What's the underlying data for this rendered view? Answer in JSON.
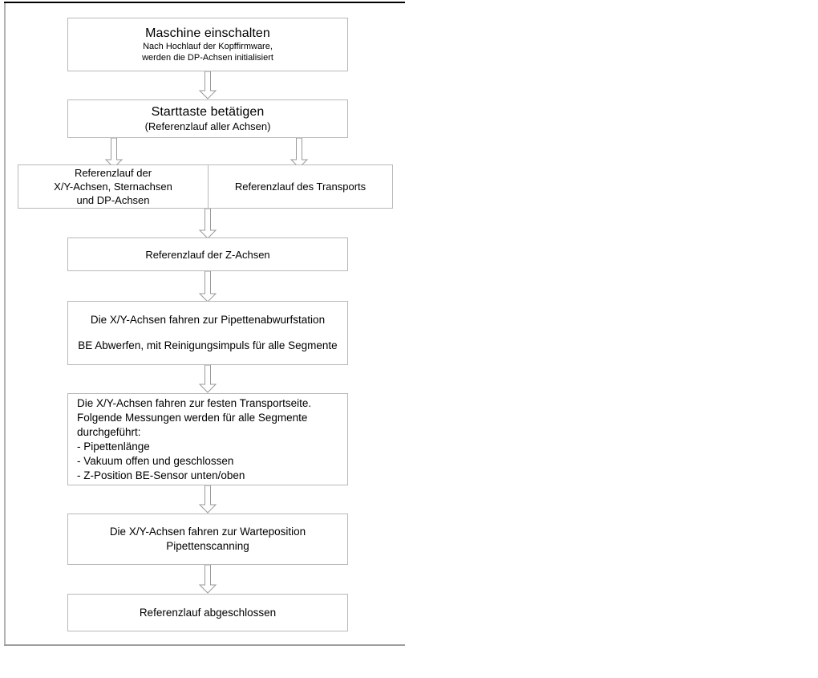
{
  "document": {
    "type": "flowchart",
    "language": "de",
    "frame": {
      "top_border_color": "#000000",
      "side_border_color": "#b3b3b3",
      "box_border_color": "#b9b9b9",
      "background": "#ffffff"
    }
  },
  "nodes": [
    {
      "id": "machine-on",
      "title": "Maschine einschalten",
      "sub_line_1": "Nach Hochlauf der Kopffirmware,",
      "sub_line_2": "werden die DP-Achsen initialisiert"
    },
    {
      "id": "start-button",
      "title": "Starttaste betätigen",
      "sub_line_1": "(Referenzlauf aller Achsen)"
    },
    {
      "id": "ref-xy-star-dp",
      "line_1": "Referenzlauf der",
      "line_2": "X/Y-Achsen, Sternachsen",
      "line_3": "und DP-Achsen"
    },
    {
      "id": "ref-transport",
      "line_1": "Referenzlauf des Transports"
    },
    {
      "id": "ref-z",
      "line_1": "Referenzlauf der Z-Achsen"
    },
    {
      "id": "pipette-dropoff",
      "line_1": "Die X/Y-Achsen fahren zur Pipettenabwurfstation",
      "line_2": "BE Abwerfen, mit Reinigungsimpuls für alle Segmente"
    },
    {
      "id": "transport-side-measurements",
      "line_1": "Die X/Y-Achsen fahren zur festen Transportseite.",
      "line_2": "Folgende Messungen werden für alle Segmente",
      "line_3": "durchgeführt:",
      "line_4": "- Pipettenlänge",
      "line_5": "- Vakuum offen und geschlossen",
      "line_6": "- Z-Position BE-Sensor unten/oben"
    },
    {
      "id": "wait-position",
      "line_1": "Die X/Y-Achsen fahren zur Warteposition",
      "line_2": "Pipettenscanning"
    },
    {
      "id": "ref-complete",
      "line_1": "Referenzlauf abgeschlossen"
    }
  ],
  "connectors": [
    {
      "id": "c1",
      "from": "machine-on",
      "to": "start-button",
      "style": "hollow-block-arrow-down"
    },
    {
      "id": "c2",
      "from": "start-button",
      "to": "ref-xy-star-dp",
      "style": "hollow-block-arrow-down"
    },
    {
      "id": "c3",
      "from": "start-button",
      "to": "ref-transport",
      "style": "hollow-block-arrow-down"
    },
    {
      "id": "c4",
      "from": "ref-xy-star-dp",
      "to": "ref-z",
      "style": "hollow-block-arrow-down"
    },
    {
      "id": "c5",
      "from": "ref-z",
      "to": "pipette-dropoff",
      "style": "hollow-block-arrow-down"
    },
    {
      "id": "c6",
      "from": "pipette-dropoff",
      "to": "transport-side-measurements",
      "style": "hollow-block-arrow-down"
    },
    {
      "id": "c7",
      "from": "transport-side-measurements",
      "to": "wait-position",
      "style": "hollow-block-arrow-down"
    },
    {
      "id": "c8",
      "from": "wait-position",
      "to": "ref-complete",
      "style": "hollow-block-arrow-down"
    }
  ]
}
